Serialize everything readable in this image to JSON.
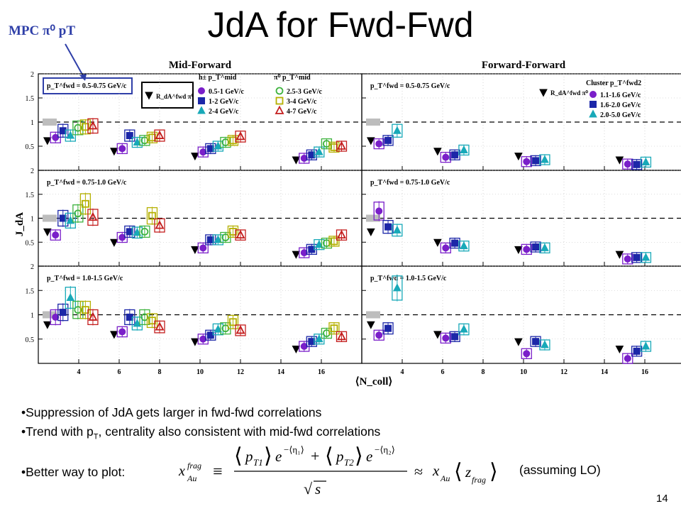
{
  "slide": {
    "title": "JdA for Fwd-Fwd",
    "mpc_label": "MPC π⁰ pT",
    "page_number": "14",
    "bullets": [
      "•Suppression of JdA gets larger in fwd-fwd correlations",
      "•Trend with p",
      "T",
      ", centrality also consistent with mid-fwd correlations",
      "•Better way to plot:"
    ],
    "formula_note": "(assuming LO)"
  },
  "chart_data": {
    "type": "scatter",
    "column_titles": [
      "Mid-Forward",
      "Forward-Forward"
    ],
    "row_labels": [
      "p_T^fwd = 0.5-0.75 GeV/c",
      "p_T^fwd = 0.75-1.0 GeV/c",
      "p_T^fwd = 1.0-1.5 GeV/c"
    ],
    "ylabel": "J_dA",
    "xlabel": "⟨N_coll⟩",
    "xlim": [
      2,
      18
    ],
    "ylim": [
      0,
      2
    ],
    "x_ticks": [
      4,
      6,
      8,
      10,
      12,
      14,
      16
    ],
    "y_ticks": [
      0.5,
      1,
      1.5,
      2
    ],
    "reference_line": 1,
    "ncoll_centers": [
      3.2,
      6.5,
      10.5,
      15.5
    ],
    "legend": {
      "rda_label": "R_dA^fwd π⁰",
      "mid_h_header": "h± p_T^mid",
      "mid_pi_header": "π⁰ p_T^mid",
      "mid_entries": [
        "0.5-1 GeV/c",
        "1-2 GeV/c",
        "2-4 GeV/c",
        "2.5-3 GeV/c",
        "3-4 GeV/c",
        "4-7 GeV/c"
      ],
      "ff_header": "Cluster p_T^fwd2",
      "ff_entries": [
        "1.1-1.6 GeV/c",
        "1.6-2.0 GeV/c",
        "2.0-5.0 GeV/c"
      ]
    },
    "series_styles": {
      "rda": {
        "marker": "tri-down",
        "color": "#000000"
      },
      "mid": [
        {
          "marker": "circle",
          "color": "#7a1fc9",
          "filled": true
        },
        {
          "marker": "square",
          "color": "#1c27a8",
          "filled": true
        },
        {
          "marker": "tri-up",
          "color": "#18a9b8",
          "filled": true
        },
        {
          "marker": "circle",
          "color": "#3eb33e",
          "filled": false
        },
        {
          "marker": "square",
          "color": "#b5b000",
          "filled": false
        },
        {
          "marker": "tri-up",
          "color": "#c41e1e",
          "filled": false
        }
      ],
      "ff": [
        {
          "marker": "circle",
          "color": "#7a1fc9",
          "filled": true
        },
        {
          "marker": "square",
          "color": "#1c27a8",
          "filled": true
        },
        {
          "marker": "tri-up",
          "color": "#18a9b8",
          "filled": true
        }
      ]
    },
    "panels": [
      {
        "col": 0,
        "row": 0,
        "rda": [
          0.62,
          0.4,
          0.3,
          0.22
        ],
        "series": [
          [
            0.68,
            0.45,
            0.38,
            0.25
          ],
          [
            0.82,
            0.72,
            0.45,
            0.32
          ],
          [
            0.72,
            0.58,
            0.5,
            0.38
          ],
          [
            0.88,
            0.62,
            0.58,
            0.55
          ],
          [
            0.9,
            0.68,
            0.62,
            0.48
          ],
          [
            0.92,
            0.72,
            0.7,
            0.5
          ]
        ]
      },
      {
        "col": 1,
        "row": 0,
        "rda": [
          0.62,
          0.4,
          0.3,
          0.22
        ],
        "series": [
          [
            0.55,
            0.27,
            0.18,
            0.13
          ],
          [
            0.62,
            0.32,
            0.2,
            0.12
          ],
          [
            0.82,
            0.42,
            0.22,
            0.17
          ]
        ]
      },
      {
        "col": 0,
        "row": 1,
        "rda": [
          0.72,
          0.5,
          0.35,
          0.25
        ],
        "series": [
          [
            0.65,
            0.6,
            0.38,
            0.28
          ],
          [
            1.0,
            0.72,
            0.55,
            0.35
          ],
          [
            0.95,
            0.7,
            0.55,
            0.45
          ],
          [
            1.1,
            0.72,
            0.6,
            0.48
          ],
          [
            1.3,
            1.05,
            0.72,
            0.52
          ],
          [
            1.02,
            0.85,
            0.65,
            0.65
          ]
        ]
      },
      {
        "col": 1,
        "row": 1,
        "rda": [
          0.72,
          0.5,
          0.35,
          0.25
        ],
        "series": [
          [
            1.15,
            0.38,
            0.35,
            0.15
          ],
          [
            0.82,
            0.48,
            0.4,
            0.18
          ],
          [
            0.75,
            0.42,
            0.38,
            0.18
          ]
        ]
      },
      {
        "col": 0,
        "row": 2,
        "rda": [
          0.8,
          0.6,
          0.45,
          0.3
        ],
        "series": [
          [
            0.95,
            0.65,
            0.5,
            0.35
          ],
          [
            1.05,
            0.95,
            0.58,
            0.45
          ],
          [
            1.35,
            0.82,
            0.7,
            0.5
          ],
          [
            1.1,
            0.95,
            0.72,
            0.62
          ],
          [
            1.1,
            0.88,
            0.85,
            0.72
          ],
          [
            0.95,
            0.75,
            0.68,
            0.55
          ]
        ]
      },
      {
        "col": 1,
        "row": 2,
        "rda": [
          0.8,
          0.6,
          0.45,
          0.3
        ],
        "series": [
          [
            0.58,
            0.52,
            0.2,
            0.1
          ],
          [
            0.72,
            0.55,
            0.45,
            0.25
          ],
          [
            1.55,
            0.7,
            0.38,
            0.35
          ]
        ]
      }
    ]
  }
}
